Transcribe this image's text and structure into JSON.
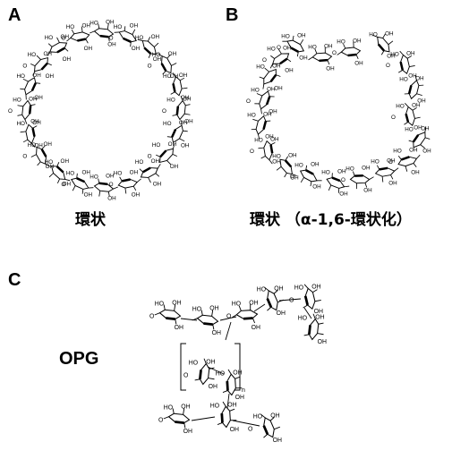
{
  "panels": {
    "a": {
      "letter": "A",
      "caption": "環状"
    },
    "b": {
      "letter": "B",
      "caption": "環状 （α-1,6-環状化）"
    },
    "c": {
      "letter": "C",
      "label": "OPG",
      "repeat_index": "n"
    }
  },
  "substituent_labels": [
    "OH",
    "HO",
    "O"
  ]
}
